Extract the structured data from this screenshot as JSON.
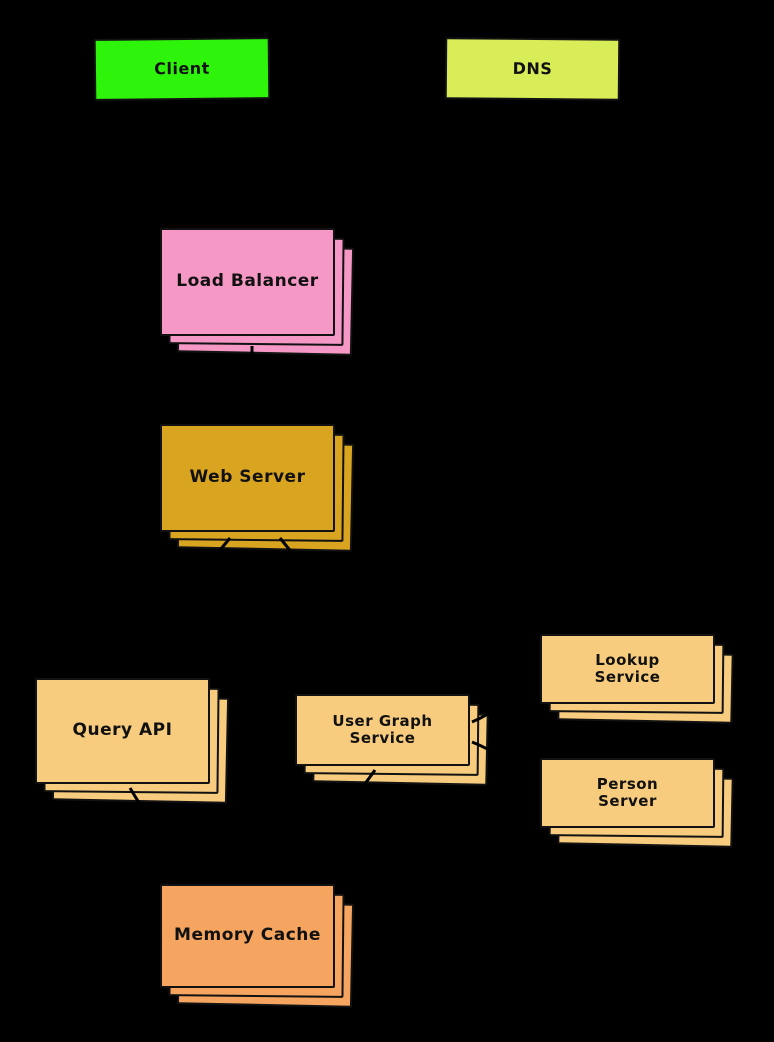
{
  "diagram": {
    "background_color": "#000000",
    "edge_color": "#000000",
    "nodes": [
      {
        "id": "client",
        "label": "Client",
        "color": "#2ef30b",
        "stacked": false
      },
      {
        "id": "dns",
        "label": "DNS",
        "color": "#d9ed58",
        "stacked": false
      },
      {
        "id": "load-balancer",
        "label": "Load Balancer",
        "color": "#f598c5",
        "stacked": true
      },
      {
        "id": "web-server",
        "label": "Web Server",
        "color": "#d9a521",
        "stacked": true
      },
      {
        "id": "query-api",
        "label": "Query API",
        "color": "#f8cc7e",
        "stacked": true
      },
      {
        "id": "user-graph-service",
        "label": "User Graph Service",
        "color": "#f8cc7e",
        "stacked": true
      },
      {
        "id": "lookup-service",
        "label": "Lookup Service",
        "color": "#f8cc7e",
        "stacked": true
      },
      {
        "id": "person-server",
        "label": "Person Server",
        "color": "#f8cc7e",
        "stacked": true
      },
      {
        "id": "memory-cache",
        "label": "Memory Cache",
        "color": "#f5a55f",
        "stacked": true
      }
    ],
    "edges": [
      {
        "from": "client",
        "to": "dns"
      },
      {
        "from": "client",
        "to": "load-balancer"
      },
      {
        "from": "load-balancer",
        "to": "web-server"
      },
      {
        "from": "web-server",
        "to": "query-api"
      },
      {
        "from": "web-server",
        "to": "user-graph-service"
      },
      {
        "from": "user-graph-service",
        "to": "lookup-service"
      },
      {
        "from": "user-graph-service",
        "to": "person-server"
      },
      {
        "from": "query-api",
        "to": "memory-cache"
      },
      {
        "from": "user-graph-service",
        "to": "memory-cache"
      }
    ]
  }
}
